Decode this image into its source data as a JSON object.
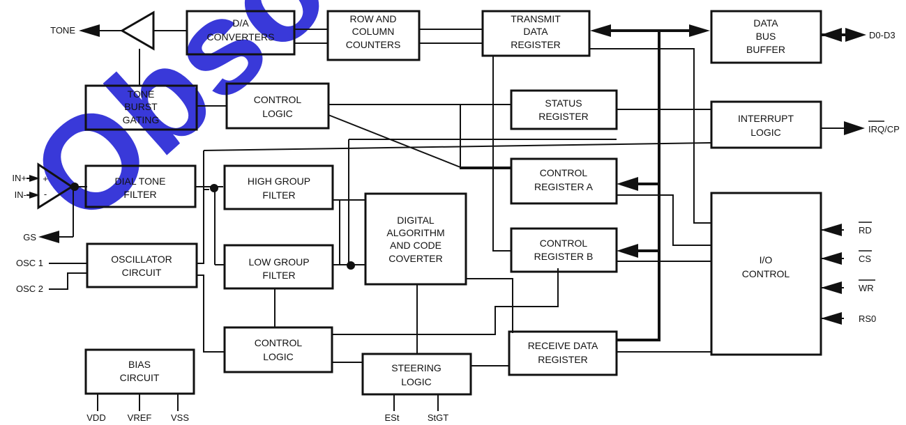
{
  "watermark": {
    "text": "Obsolete Product",
    "color": "#2f2fd8"
  },
  "blocks": {
    "da_converters": [
      "D/A",
      "CONVERTERS"
    ],
    "row_col_counters": [
      "ROW AND",
      "COLUMN",
      "COUNTERS"
    ],
    "transmit_data_register": [
      "TRANSMIT",
      "DATA",
      "REGISTER"
    ],
    "data_bus_buffer": [
      "DATA",
      "BUS",
      "BUFFER"
    ],
    "tone_burst_gating": [
      "TONE",
      "BURST",
      "GATING"
    ],
    "control_logic_top": [
      "CONTROL",
      "LOGIC"
    ],
    "status_register": [
      "STATUS",
      "REGISTER"
    ],
    "interrupt_logic": [
      "INTERRUPT",
      "LOGIC"
    ],
    "dial_tone_filter": [
      "DIAL TONE",
      "FILTER"
    ],
    "high_group_filter": [
      "HIGH GROUP",
      "FILTER"
    ],
    "digital_algorithm": [
      "DIGITAL",
      "ALGORITHM",
      "AND CODE",
      "COVERTER"
    ],
    "control_register_a": [
      "CONTROL",
      "REGISTER A"
    ],
    "control_register_b": [
      "CONTROL",
      "REGISTER B"
    ],
    "io_control": [
      "I/O",
      "CONTROL"
    ],
    "oscillator_circuit": [
      "OSCILLATOR",
      "CIRCUIT"
    ],
    "low_group_filter": [
      "LOW GROUP",
      "FILTER"
    ],
    "control_logic_bottom": [
      "CONTROL",
      "LOGIC"
    ],
    "receive_data_register": [
      "RECEIVE DATA",
      "REGISTER"
    ],
    "steering_logic": [
      "STEERING",
      "LOGIC"
    ],
    "bias_circuit": [
      "BIAS",
      "CIRCUIT"
    ]
  },
  "pins": {
    "tone": "TONE",
    "d0_d3": "D0-D3",
    "irq_cp": "IRQ/CP",
    "in_plus": "IN+",
    "in_minus": "IN-",
    "gs": "GS",
    "osc1": "OSC 1",
    "osc2": "OSC 2",
    "rd": "RD",
    "cs": "CS",
    "wr": "WR",
    "rs0": "RS0",
    "est": "ESt",
    "stgt": "StGT",
    "vdd": "VDD",
    "vref": "VREF",
    "vss": "VSS"
  },
  "amp_signs": {
    "plus": "+",
    "minus": "-"
  }
}
